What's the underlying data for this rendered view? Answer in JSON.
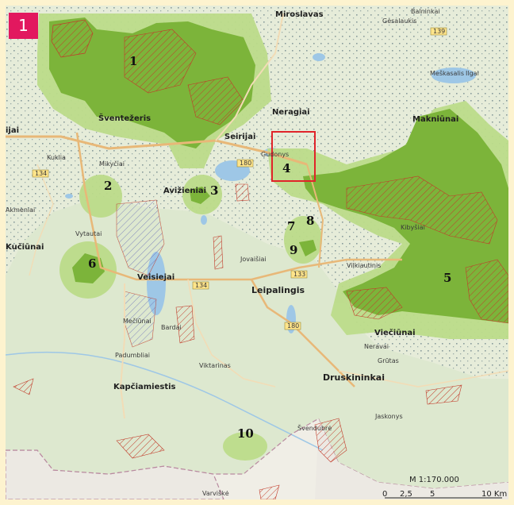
{
  "figure_number": "1",
  "colors": {
    "buffer": "#bcdc8a",
    "protected_area": "#7cb43a",
    "hatch": "#c23b2a",
    "water": "#9ec7e6",
    "road_major": "#f2c890",
    "highlight": "#e0242a",
    "background_panel": "#fdf3cf"
  },
  "sites": [
    {
      "id": "1",
      "label": "1"
    },
    {
      "id": "2",
      "label": "2"
    },
    {
      "id": "3",
      "label": "3"
    },
    {
      "id": "4",
      "label": "4"
    },
    {
      "id": "5",
      "label": "5"
    },
    {
      "id": "6",
      "label": "6"
    },
    {
      "id": "7",
      "label": "7"
    },
    {
      "id": "8",
      "label": "8"
    },
    {
      "id": "9",
      "label": "9"
    },
    {
      "id": "10",
      "label": "10"
    }
  ],
  "places": {
    "miroslavas": "Miroslavas",
    "neragiai": "Neragiai",
    "seirijai": "Seirijai",
    "sventezeris": "Šventežeris",
    "aviziena": "Avižieniai",
    "kuciunai": "Kučiūnai",
    "veisiejai": "Veisiejai",
    "leipalingis": "Leipalingis",
    "druskininkai": "Druskininkai",
    "kapciamiestis": "Kapčiamiestis",
    "makniunai": "Makniūnai",
    "vieciunai": "Viečiūnai",
    "ijai": "ijai",
    "vytautai": "Vytautai",
    "bardai": "Bardai",
    "padumbliai": "Padumbliai",
    "mikyciai": "Mikyčiai",
    "meskasalis": "Meškasalis",
    "gudonys": "Gudonys",
    "kibysiai": "Kibyšiai",
    "svendubre": "Švendubrė",
    "jaskonys": "Jaskonys",
    "neravai": "Neravai",
    "grutas": "Grūtas",
    "varviske": "Varviškė",
    "viktarinas": "Viktarinas",
    "meciunai": "Mečiūnai",
    "vilkiautinis": "Vilkiautinis",
    "jovaisiai": "Jovaišiai",
    "alkmeniai": "Akmeniai",
    "baksiai": "Ilgai",
    "balninkai": "Balninkai",
    "gesalaukis": "Gėsalaukis",
    "lazdijai_small": "Kuklia"
  },
  "road_numbers": [
    "134",
    "180",
    "133",
    "180",
    "134",
    "139"
  ],
  "scale": {
    "ratio": "M 1:170.000",
    "ticks": [
      "0",
      "2,5",
      "5",
      "10 Km"
    ]
  }
}
